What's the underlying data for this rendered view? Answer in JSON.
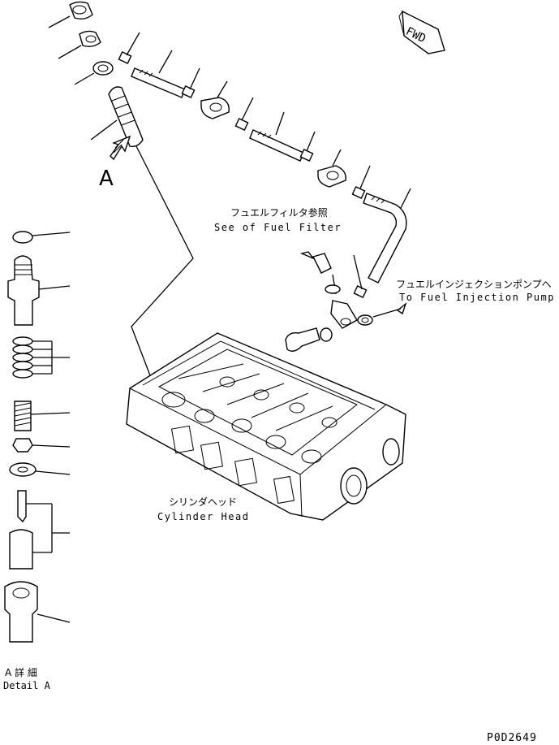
{
  "labels": {
    "fwd": "FWD",
    "detail_marker": "A",
    "fuel_filter_jp": "フュエルフィルタ参照",
    "fuel_filter_en": "See of Fuel Filter",
    "pump_jp": "フュエルインジェクションポンプへ",
    "pump_en": "To Fuel Injection Pump",
    "cylinder_head_jp": "シリンダヘッド",
    "cylinder_head_en": "Cylinder Head",
    "detail_jp": "A 詳 細",
    "detail_en": "Detail A",
    "drawing_code": "P0D2649"
  }
}
